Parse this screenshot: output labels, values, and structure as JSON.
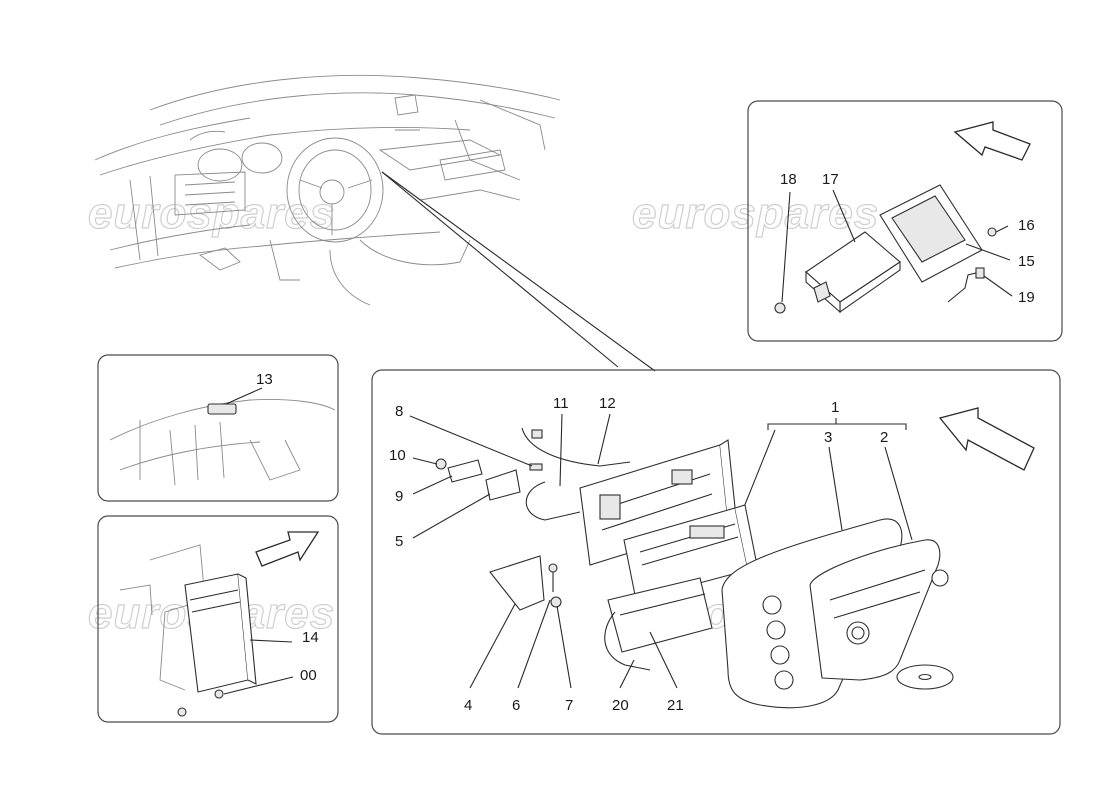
{
  "watermark": "eurospares",
  "callouts": {
    "c1": "1",
    "c2": "2",
    "c3": "3",
    "c4": "4",
    "c5": "5",
    "c6": "6",
    "c7": "7",
    "c8": "8",
    "c9": "9",
    "c10": "10",
    "c11": "11",
    "c12": "12",
    "c13": "13",
    "c14": "14",
    "c15": "15",
    "c16": "16",
    "c17": "17",
    "c18": "18",
    "c19": "19",
    "c20": "20",
    "c21": "21",
    "c00": "00"
  }
}
